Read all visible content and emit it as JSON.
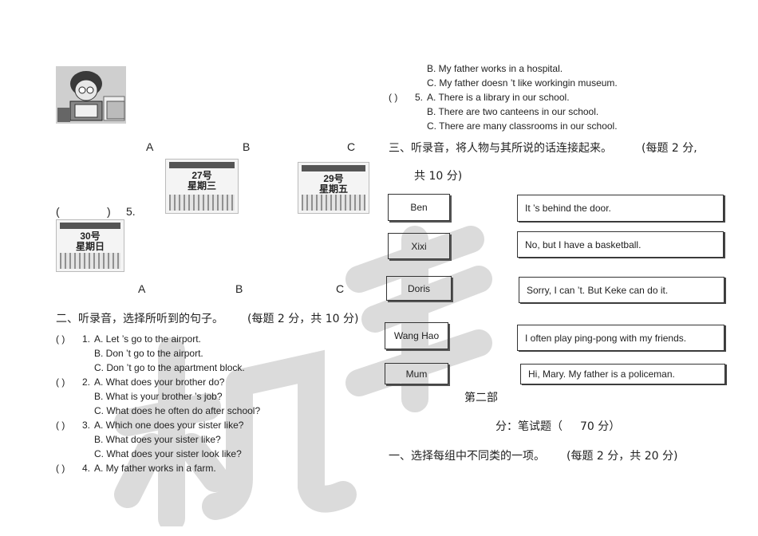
{
  "left": {
    "row1_labels": [
      "A",
      "B",
      "C"
    ],
    "calendars_row1": [
      {
        "day": "27号",
        "weekday": "星期三"
      },
      {
        "day": "29号",
        "weekday": "星期五"
      }
    ],
    "q5_paren": "(",
    "q5_paren_close": ")",
    "q5_num": "5.",
    "calendar_q5": {
      "day": "30号",
      "weekday": "星期日"
    },
    "row2_labels": [
      "A",
      "B",
      "C"
    ],
    "section2_heading": "二、听录音，选择所听到的句子。",
    "section2_score": "(每题 2 分，共 10 分)",
    "questions": [
      {
        "paren": "(      )",
        "num": "1.",
        "options": [
          "A. Let ’s go to the airport.",
          "B. Don ’t go to the airport.",
          "C. Don ’t go to the apartment block."
        ]
      },
      {
        "paren": "(      )",
        "num": "2.",
        "options": [
          "A. What does your brother do?",
          "B. What is your brother ’s job?",
          "C. What does he often do after school?"
        ]
      },
      {
        "paren": "(      )",
        "num": "3.",
        "options": [
          "A. Which one does your sister like?",
          "B. What does your sister like?",
          "C. What does your sister look like?"
        ]
      },
      {
        "paren": "(      )",
        "num": "4.",
        "options": [
          "A. My father works in a farm."
        ]
      }
    ]
  },
  "right": {
    "q4_rest": [
      "B. My father works in a hospital.",
      "C. My father  doesn ’t like workingin museum."
    ],
    "q5": {
      "paren": "(      )",
      "num": "5.",
      "options": [
        "A. There is a library in our school.",
        "B. There are two canteens in our school.",
        "C. There are many classrooms in our school."
      ]
    },
    "section3_heading": "三、听录音，将人物与其所说的话连接起来。",
    "section3_score_a": "(每题 2 分,",
    "section3_score_b": "共 10 分)",
    "names": [
      "Ben",
      "Xixi",
      "Doris",
      "Wang Hao",
      "Mum"
    ],
    "sentences": [
      "It ’s behind the door.",
      "No, but I have a basketball.",
      "Sorry, I can ’t. But Keke can do it.",
      "I often play ping-pong with my friends.",
      "Hi, Mary. My father is a policeman."
    ],
    "part2_line1": "第二部",
    "part2_line2": "分：笔试题（",
    "part2_score": "70 分）",
    "section1_heading": "一、选择每组中不同类的一项。",
    "section1_score": "(每题 2 分，共 20 分)"
  },
  "watermark_text": "机密"
}
